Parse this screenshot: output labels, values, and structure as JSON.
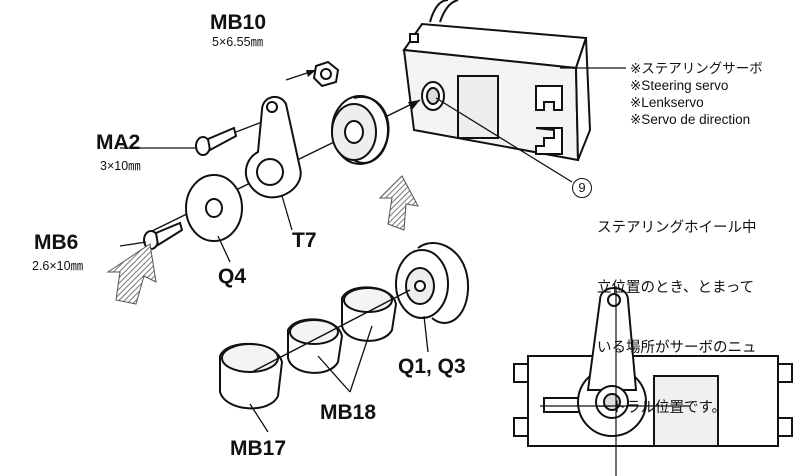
{
  "parts": {
    "mb10": {
      "code": "MB10",
      "size": "5×6.55㎜"
    },
    "ma2": {
      "code": "MA2",
      "size": "3×10㎜"
    },
    "mb6": {
      "code": "MB6",
      "size": "2.6×10㎜"
    },
    "t7": "T7",
    "q4": "Q4",
    "q1q3": "Q1, Q3",
    "mb17": "MB17",
    "mb18": "MB18"
  },
  "servo_note": [
    "※ステアリングサーボ",
    "※Steering servo",
    "※Lenkservo",
    "※Servo de direction"
  ],
  "step": {
    "number": "9",
    "text": [
      "ステアリングホイール中",
      "立位置のとき、とまって",
      "いる場所がサーボのニュ",
      "ートラル位置です。"
    ]
  }
}
